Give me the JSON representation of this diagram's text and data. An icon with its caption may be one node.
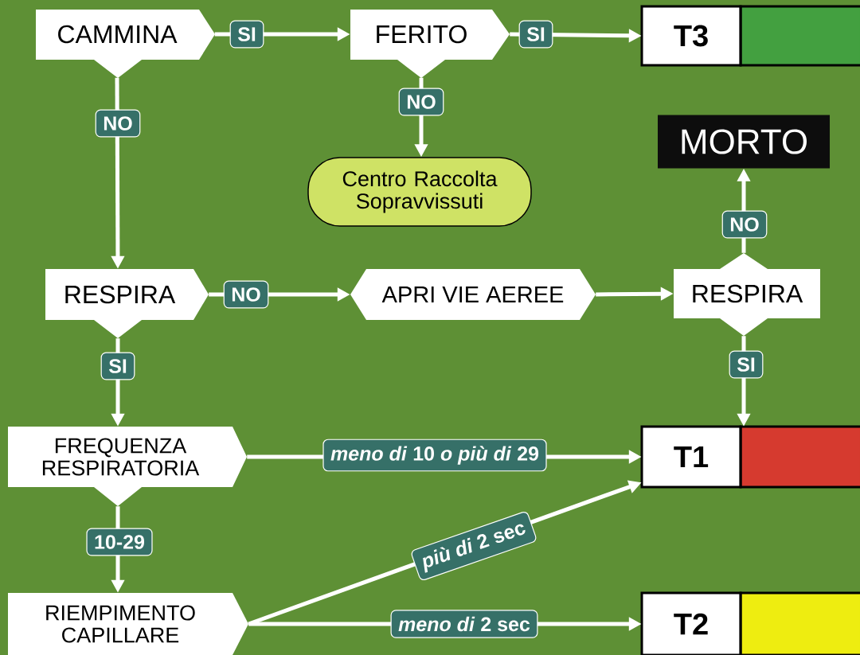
{
  "diagram": {
    "nodes": [
      {
        "text": [
          "CAMMINA"
        ]
      },
      {
        "text": [
          "FERITO"
        ]
      },
      {
        "text": [
          "T3"
        ]
      },
      {
        "text": [
          "Centro Raccolta Sopravvissuti"
        ]
      },
      {
        "text": [
          "MORTO"
        ]
      },
      {
        "text": [
          "RESPIRA"
        ]
      },
      {
        "text": [
          "APRI VIE AEREE"
        ]
      },
      {
        "text": [
          "RESPIRA"
        ]
      },
      {
        "text": [
          "FREQUENZA RESPIRATORIA"
        ]
      },
      {
        "text": [
          "T1"
        ]
      },
      {
        "text": [
          "RIEMPIMENTO CAPILLARE"
        ]
      },
      {
        "text": [
          "T2"
        ]
      }
    ],
    "edges": [
      {
        "from": 0,
        "to": 1,
        "arrow": "to",
        "label": "SI"
      },
      {
        "from": 1,
        "to": 2,
        "arrow": "to",
        "label": "SI"
      },
      {
        "from": 0,
        "to": 5,
        "arrow": "to",
        "label": "NO"
      },
      {
        "from": 1,
        "to": 3,
        "arrow": "to",
        "label": "NO"
      },
      {
        "from": 5,
        "to": 6,
        "arrow": "to",
        "label": "NO"
      },
      {
        "from": 6,
        "to": 7,
        "arrow": "to"
      },
      {
        "from": 7,
        "to": 4,
        "arrow": "to",
        "label": "NO"
      },
      {
        "from": 7,
        "to": 9,
        "arrow": "to",
        "label": "SI"
      },
      {
        "from": 5,
        "to": 8,
        "arrow": "to",
        "label": "SI"
      },
      {
        "from": 8,
        "to": 9,
        "arrow": "to",
        "label": "*meno di* 10 *o più di* 29"
      },
      {
        "from": 8,
        "to": 10,
        "arrow": "to",
        "label": "10-29"
      },
      {
        "from": 10,
        "to": 9,
        "arrow": "to",
        "label": "*più di* 2 sec"
      },
      {
        "from": 10,
        "to": 11,
        "arrow": "to",
        "label": "*meno di* 2 sec"
      }
    ]
  }
}
